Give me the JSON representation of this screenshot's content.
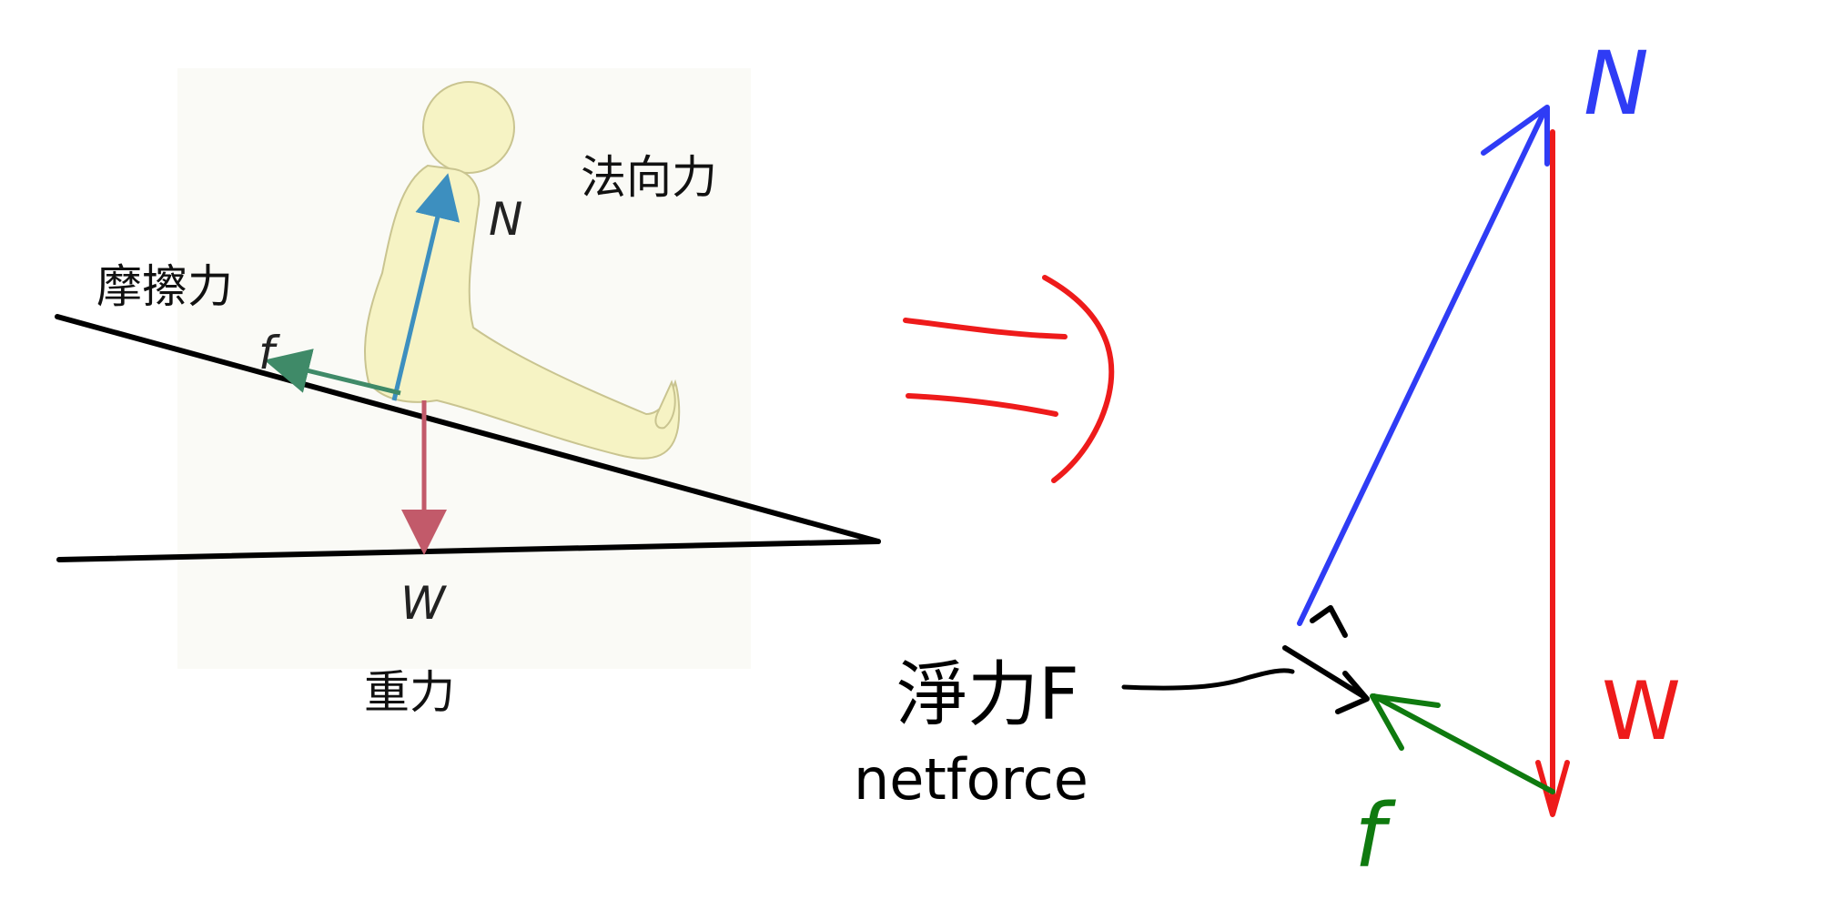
{
  "figure": {
    "labels": {
      "normal_force_cn": "法向力",
      "friction_cn": "摩擦力",
      "weight_cn": "重力",
      "n_symbol": "N",
      "f_symbol": "f",
      "w_symbol": "W"
    },
    "colors": {
      "body": "#f6f3c4",
      "body_outline": "#c9c490",
      "normal_arrow": "#3d8fbf",
      "friction_arrow": "#3f8a68",
      "weight_arrow": "#c25a6a",
      "incline": "#000000"
    }
  },
  "annotation": {
    "implies_color": "#ee1b1b"
  },
  "force_triangle": {
    "labels": {
      "n": "N",
      "w": "W",
      "f": "f",
      "net_force_cn": "淨力F",
      "net_force_en": "netforce"
    },
    "colors": {
      "n": "#2f3cf5",
      "w": "#ee1b1b",
      "f": "#0f7a0f",
      "annotation": "#000000"
    }
  }
}
